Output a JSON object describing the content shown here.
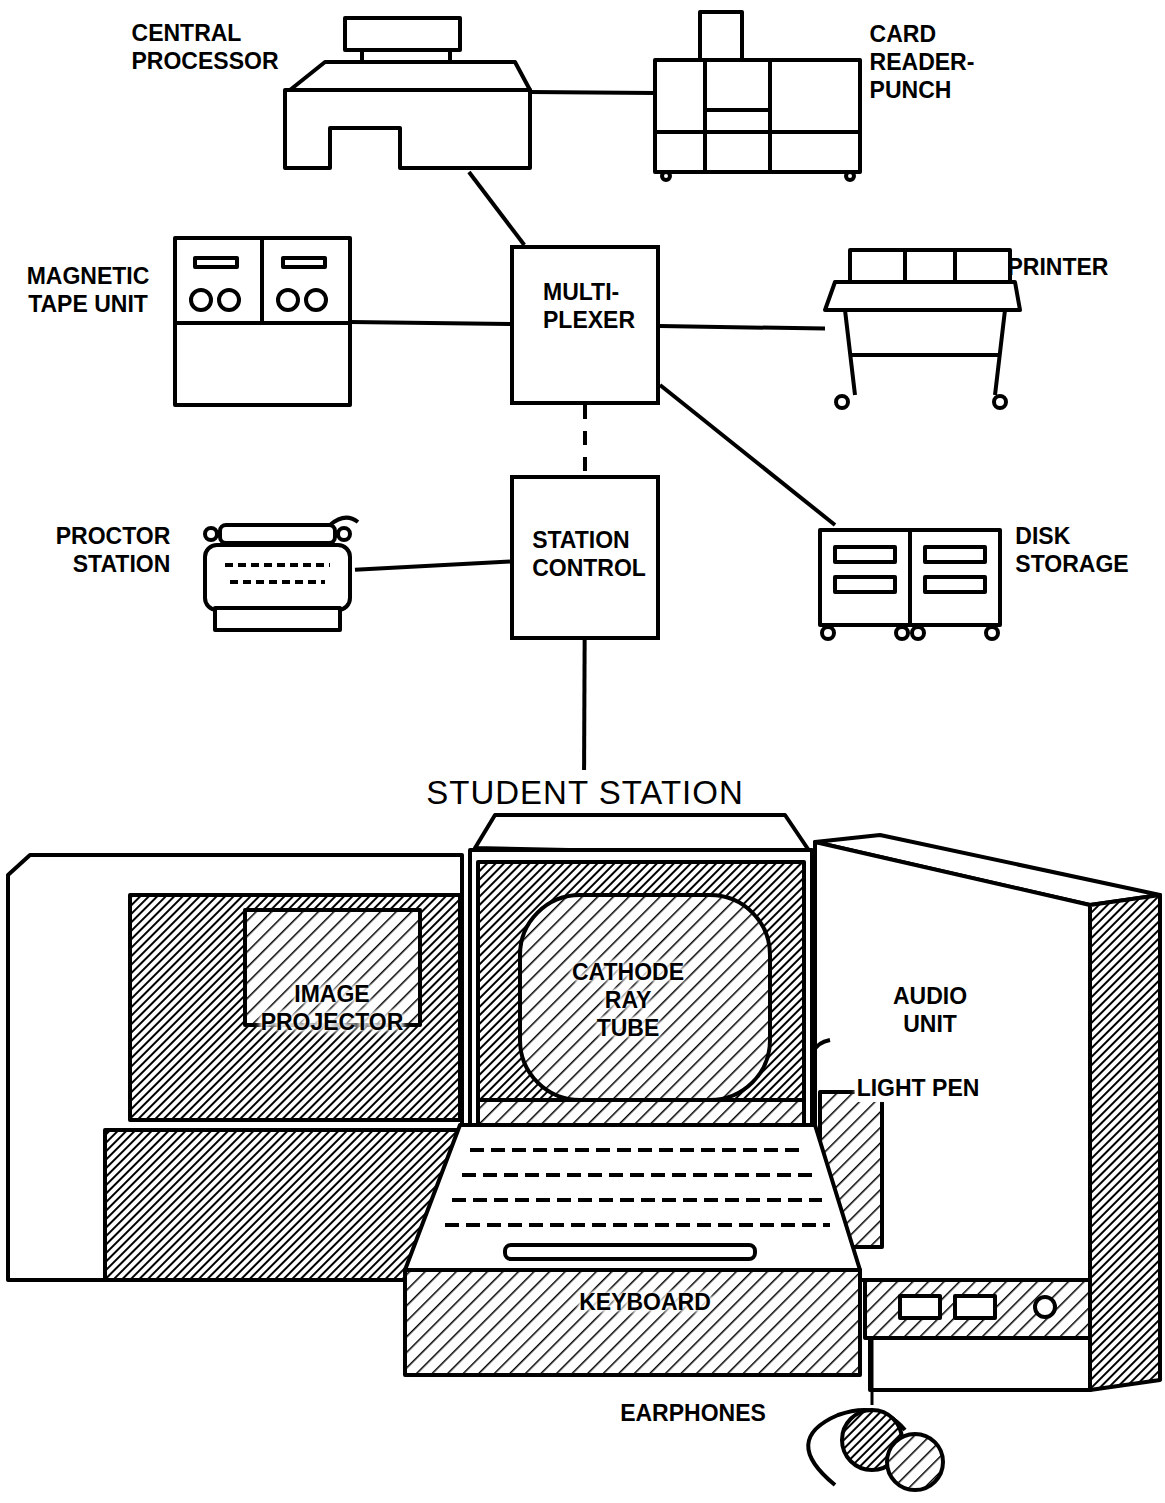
{
  "diagram": {
    "nodes": [
      {
        "text": [
          "CENTRAL PROCESSOR"
        ]
      },
      {
        "text": [
          "CARD READER- PUNCH"
        ]
      },
      {
        "text": [
          "MAGNETIC TAPE UNIT"
        ]
      },
      {
        "text": [
          "MULTI- PLEXER"
        ]
      },
      {
        "text": [
          "PRINTER"
        ]
      },
      {
        "text": [
          "PROCTOR STATION"
        ]
      },
      {
        "text": [
          "STATION CONTROL"
        ]
      },
      {
        "text": [
          "DISK STORAGE"
        ]
      },
      {
        "text": [
          "STUDENT STATION"
        ]
      },
      {
        "text": [
          "IMAGE PROJECTOR"
        ],
        "in": 8
      },
      {
        "text": [
          "CATHODE RAY TUBE"
        ],
        "in": 8
      },
      {
        "text": [
          "AUDIO UNIT"
        ],
        "in": 8
      },
      {
        "text": [
          "KEYBOARD"
        ],
        "in": 8
      }
    ],
    "edges": [
      {
        "from": 0,
        "to": 1,
        "arrow": "none"
      },
      {
        "from": 0,
        "to": 3,
        "arrow": "none"
      },
      {
        "from": 2,
        "to": 3,
        "arrow": "none"
      },
      {
        "from": 3,
        "to": 4,
        "arrow": "none"
      },
      {
        "from": 3,
        "to": 6,
        "arrow": "none"
      },
      {
        "from": 3,
        "to": 7,
        "arrow": "none"
      },
      {
        "from": 5,
        "to": 6,
        "arrow": "none"
      },
      {
        "from": 6,
        "to": 8,
        "arrow": "none"
      }
    ],
    "labels": [
      "LIGHT PEN",
      "EARPHONES"
    ]
  }
}
